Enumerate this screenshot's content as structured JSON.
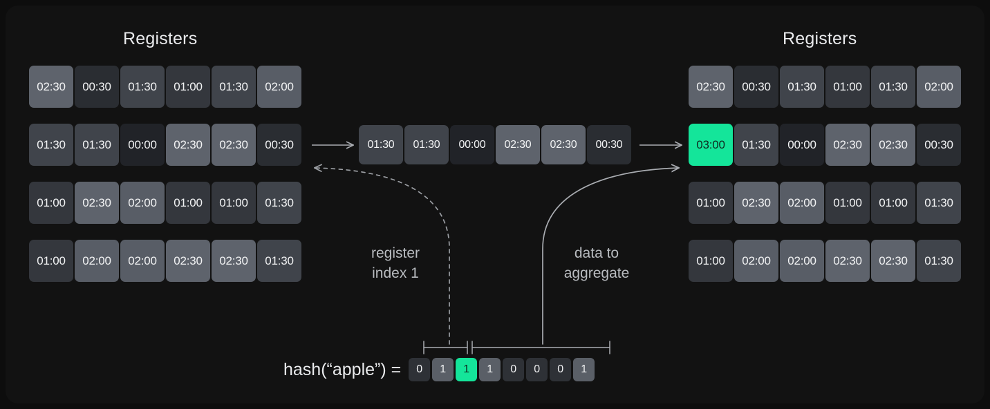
{
  "diagram": {
    "title_left": "Registers",
    "title_right": "Registers",
    "highlight_color": "#14e59a"
  },
  "left_registers": {
    "title": "Registers",
    "rows": [
      [
        "02:30",
        "00:30",
        "01:30",
        "01:00",
        "01:30",
        "02:00"
      ],
      [
        "01:30",
        "01:30",
        "00:00",
        "02:30",
        "02:30",
        "00:30"
      ],
      [
        "01:00",
        "02:30",
        "02:00",
        "01:00",
        "01:00",
        "01:30"
      ],
      [
        "01:00",
        "02:00",
        "02:00",
        "02:30",
        "02:30",
        "01:30"
      ]
    ]
  },
  "middle_row": {
    "cells": [
      "01:30",
      "01:30",
      "00:00",
      "02:30",
      "02:30",
      "00:30"
    ],
    "highlight_index": -1
  },
  "right_registers": {
    "title": "Registers",
    "rows": [
      [
        "02:30",
        "00:30",
        "01:30",
        "01:00",
        "01:30",
        "02:00"
      ],
      [
        "03:00",
        "01:30",
        "00:00",
        "02:30",
        "02:30",
        "00:30"
      ],
      [
        "01:00",
        "02:30",
        "02:00",
        "01:00",
        "01:00",
        "01:30"
      ],
      [
        "01:00",
        "02:00",
        "02:00",
        "02:30",
        "02:30",
        "01:30"
      ]
    ],
    "highlight_row": 1,
    "highlight_col": 0,
    "highlight_value": "03:00"
  },
  "hash": {
    "label": "hash(“apple”) =",
    "bits": [
      "0",
      "1",
      "1",
      "1",
      "0",
      "0",
      "0",
      "1"
    ],
    "highlight_bit_index": 2
  },
  "annotations": {
    "register_index": "register\nindex 1",
    "data_to_aggregate": "data to\naggregate"
  }
}
